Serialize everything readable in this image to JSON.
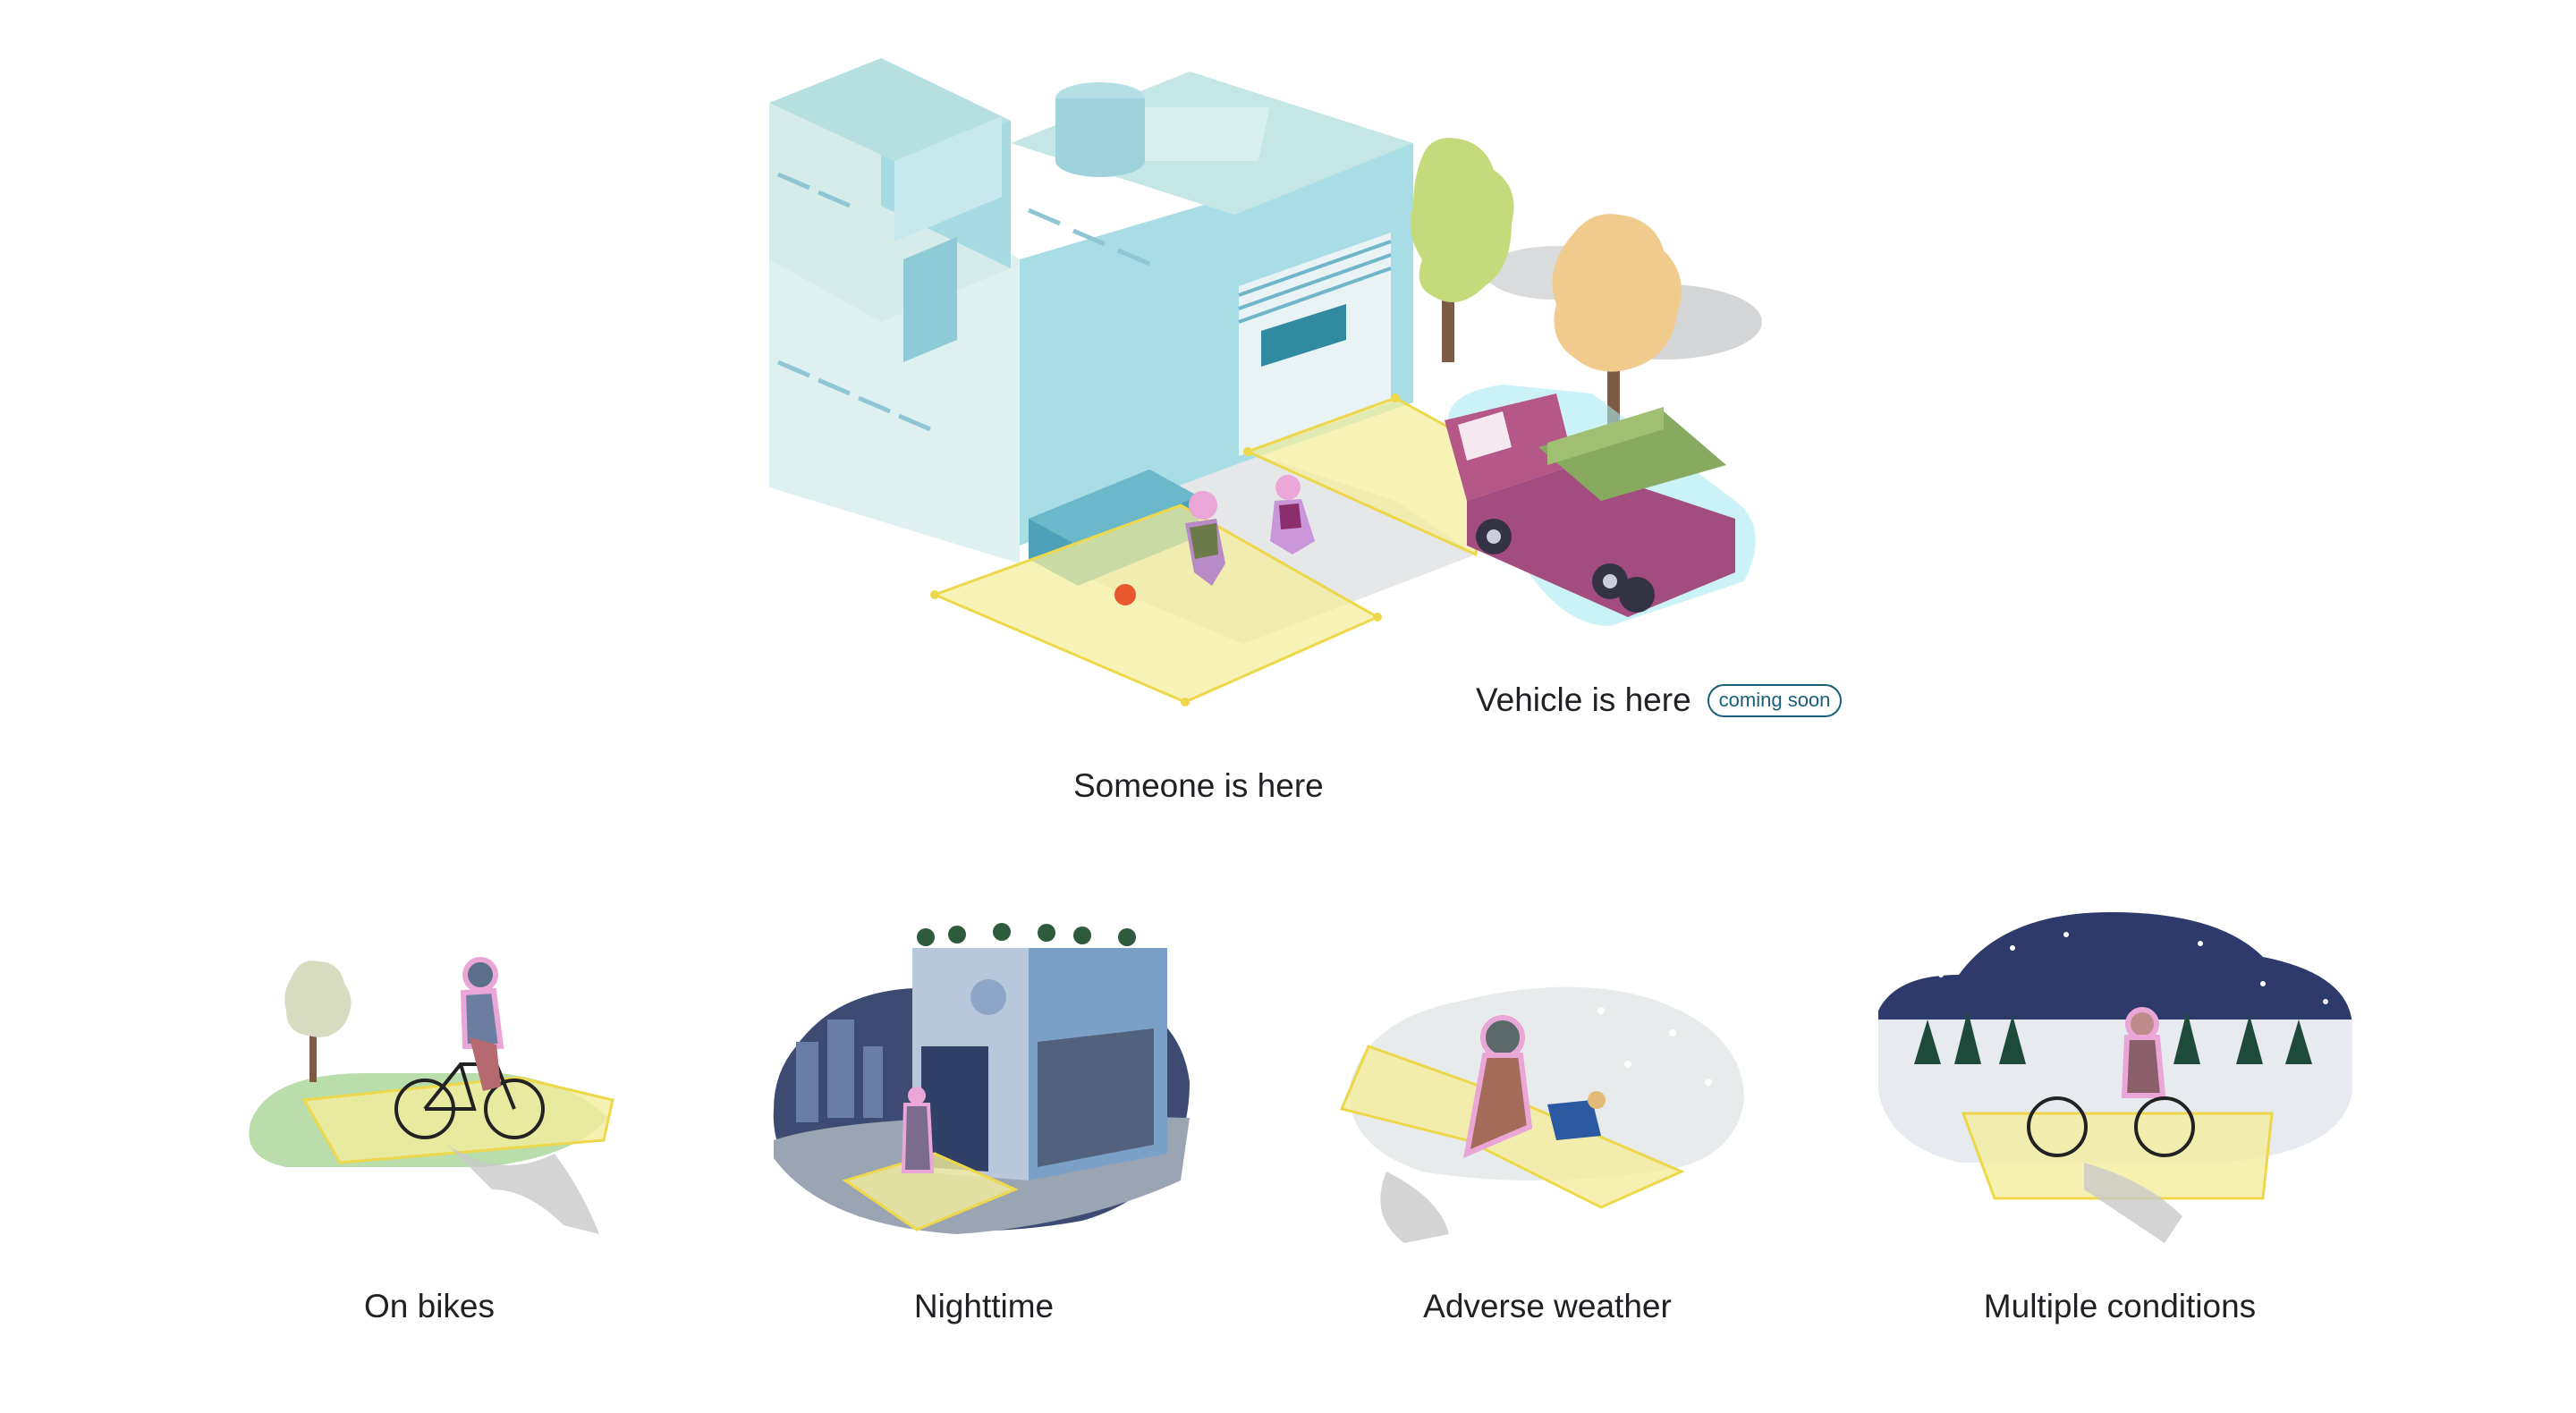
{
  "hero": {
    "vehicle_label": "Vehicle is here",
    "vehicle_badge": "coming soon",
    "person_label": "Someone is here"
  },
  "scenarios": [
    {
      "label": "On bikes",
      "icon": "bike-scene"
    },
    {
      "label": "Nighttime",
      "icon": "night-store-scene"
    },
    {
      "label": "Adverse weather",
      "icon": "snow-dog-walk-scene"
    },
    {
      "label": "Multiple conditions",
      "icon": "night-snow-bike-scene"
    }
  ],
  "colors": {
    "zone_fill": "#f4ee9e",
    "zone_stroke": "#ecd84a",
    "person_glow": "#e9a6d6",
    "vehicle_glow": "#a8eaf2",
    "badge": "#1a5f7a"
  }
}
